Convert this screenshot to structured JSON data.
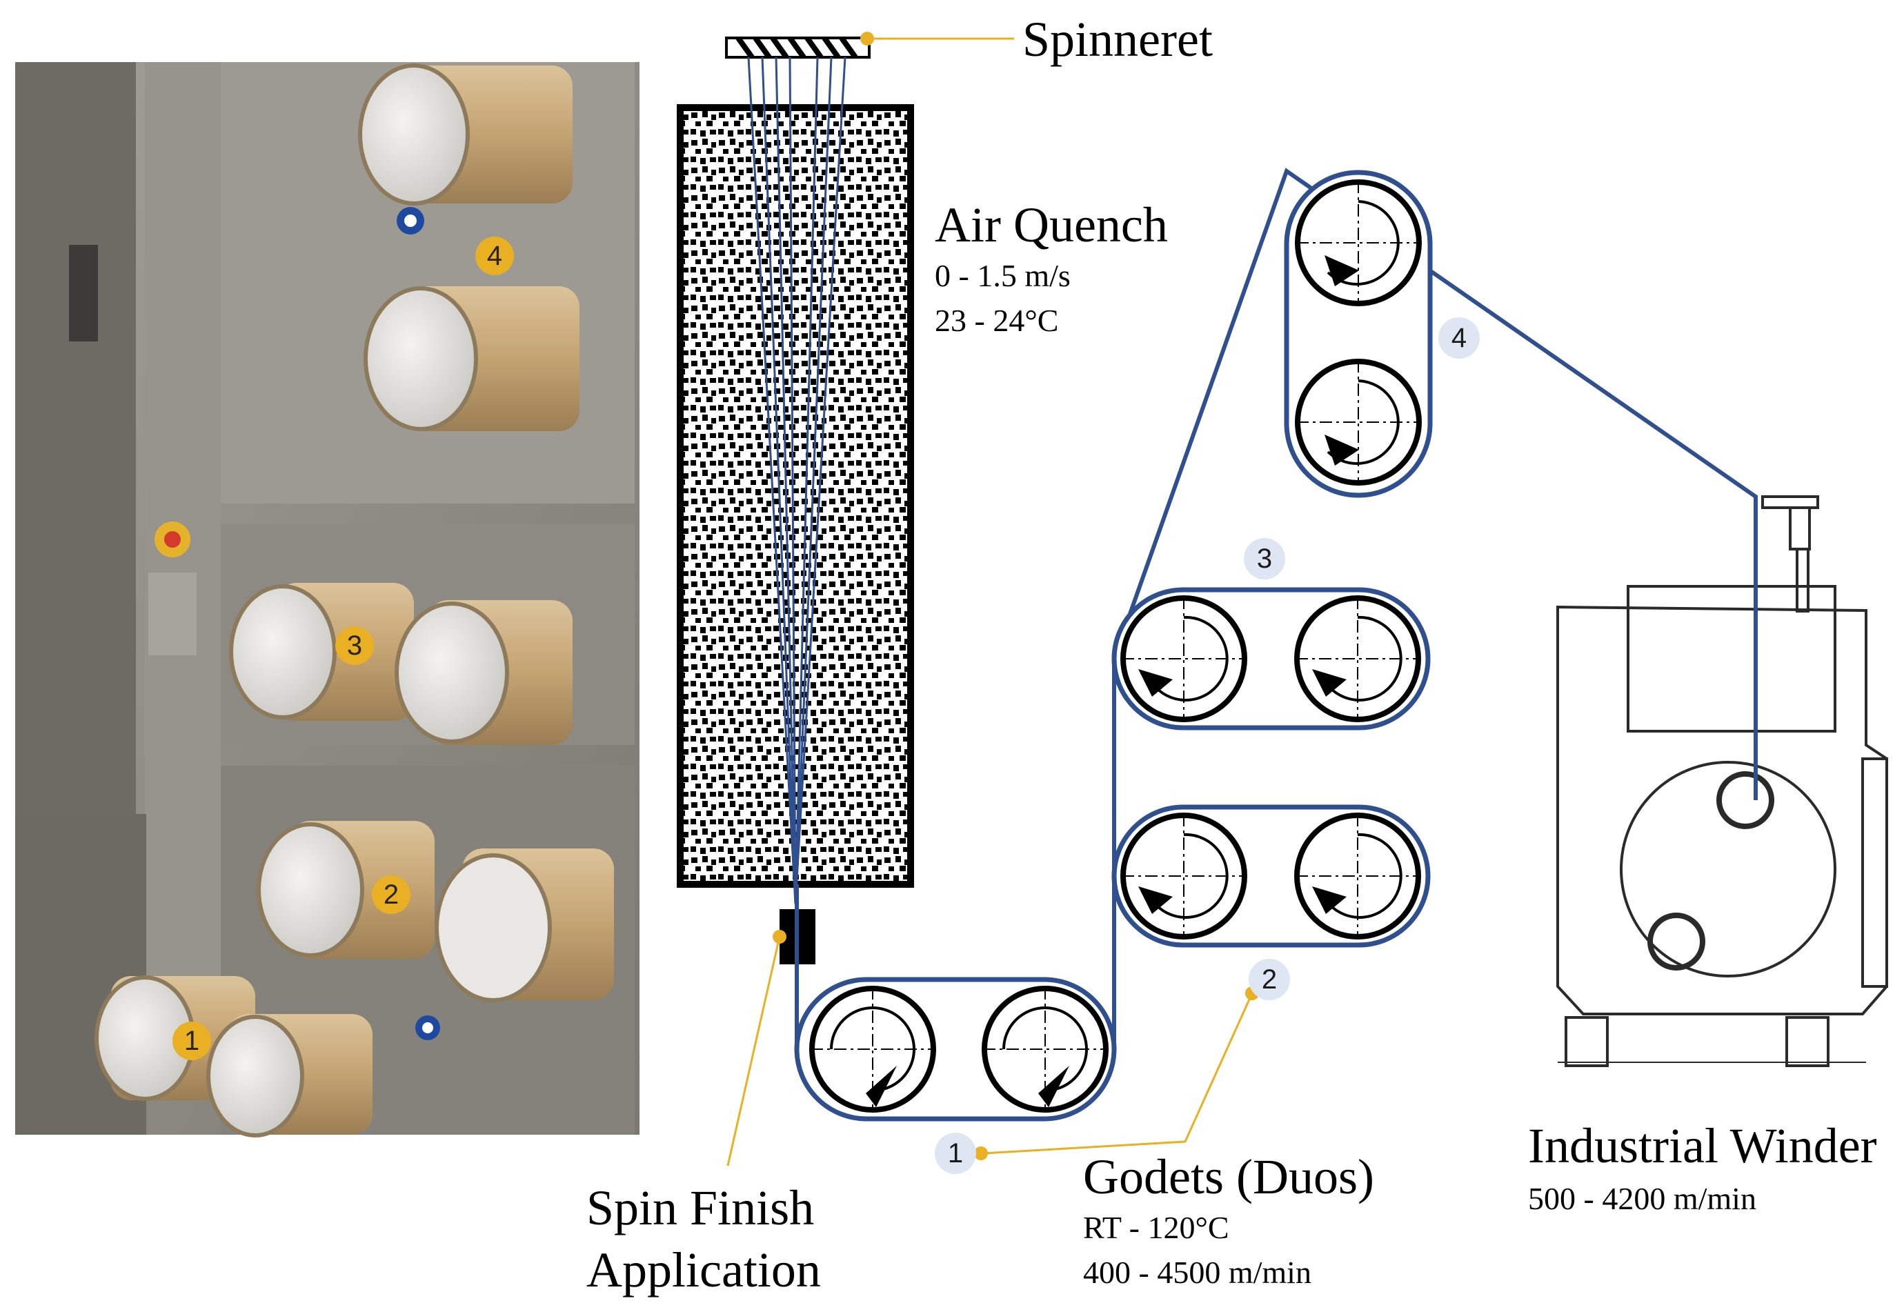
{
  "labels": {
    "spinneret": "Spinneret",
    "air_quench": "Air Quench",
    "air_quench_speed": "0 - 1.5 m/s",
    "air_quench_temp": "23 - 24°C",
    "spin_finish_line1": "Spin Finish",
    "spin_finish_line2": "Application",
    "godets_title": "Godets (Duos)",
    "godets_temp": "RT - 120°C",
    "godets_speed": "400 - 4500 m/min",
    "winder_title": "Industrial Winder",
    "winder_speed": "500 - 4200 m/min"
  },
  "godet_markers": [
    "1",
    "2",
    "3",
    "4"
  ],
  "photo_markers": [
    "1",
    "2",
    "3",
    "4"
  ],
  "colors": {
    "yarn_path": "#2f4f8f",
    "marker_bg": "#dde6f2",
    "photo_marker": "#e8b022",
    "leader_line": "#e8b022",
    "machine_panel": "#8f8c86",
    "roll_sleeve": "#c9a877"
  }
}
